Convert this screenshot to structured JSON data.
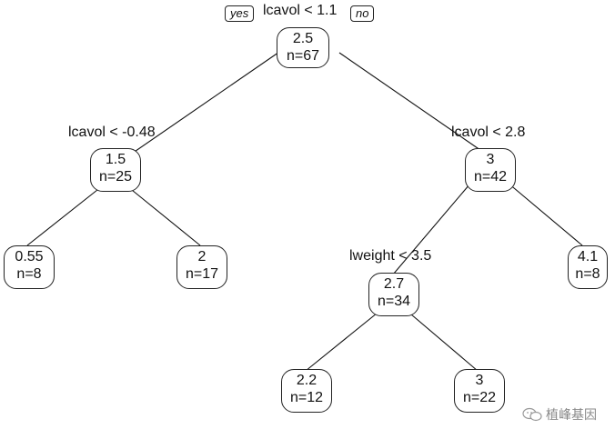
{
  "tree": {
    "root_split": "lcavol < 1.1",
    "branch_yes": "yes",
    "branch_no": "no",
    "nodes": {
      "n1": {
        "value": "2.5",
        "n": "n=67"
      },
      "n2": {
        "value": "1.5",
        "n": "n=25"
      },
      "n3": {
        "value": "3",
        "n": "n=42"
      },
      "n4": {
        "value": "0.55",
        "n": "n=8"
      },
      "n5": {
        "value": "2",
        "n": "n=17"
      },
      "n6": {
        "value": "2.7",
        "n": "n=34"
      },
      "n7": {
        "value": "4.1",
        "n": "n=8"
      },
      "n8": {
        "value": "2.2",
        "n": "n=12"
      },
      "n9": {
        "value": "3",
        "n": "n=22"
      }
    },
    "splits": {
      "n2": "lcavol < -0.48",
      "n3": "lcavol < 2.8",
      "n6": "lweight < 3.5"
    }
  },
  "watermark": {
    "text": "植峰基因",
    "icon": "wechat-icon"
  }
}
